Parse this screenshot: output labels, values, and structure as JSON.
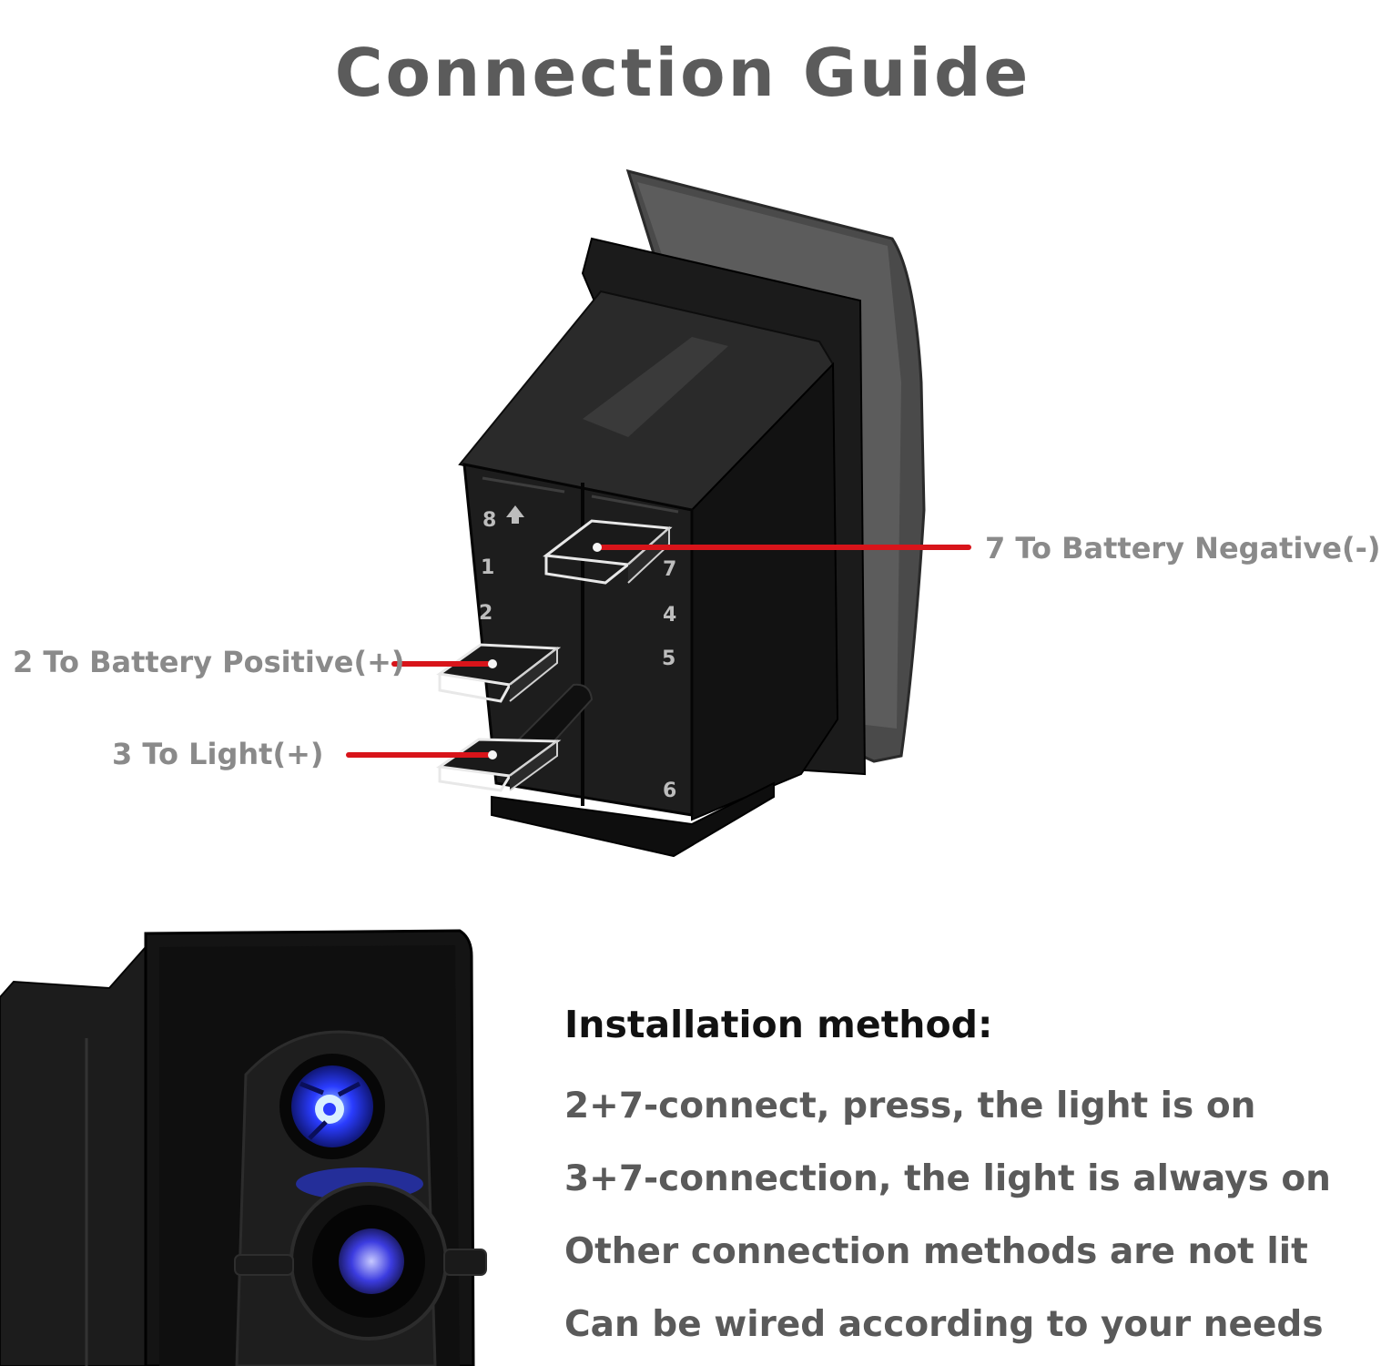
{
  "title": "Connection Guide",
  "colors": {
    "title_text": "#5b5b5b",
    "callout_text": "#8a8a8a",
    "leader_line": "#d8141a",
    "switch_body": "#161616",
    "indicator_glow": "#2a3cff",
    "heading_text": "#111111",
    "body_text": "#5a5a5a"
  },
  "diagram": {
    "pin_numbers": [
      "8",
      "1",
      "2",
      "7",
      "4",
      "5",
      "6"
    ],
    "callouts": [
      {
        "label": "7 To Battery Negative(-)"
      },
      {
        "label": "2 To Battery Positive(+)"
      },
      {
        "label": "3 To Light(+)"
      }
    ]
  },
  "installation": {
    "heading": "Installation method:",
    "lines": [
      "2+7-connect, press, the light is on",
      "3+7-connection, the light is always on",
      "Other connection methods are not lit",
      "Can be wired according to your needs"
    ]
  }
}
